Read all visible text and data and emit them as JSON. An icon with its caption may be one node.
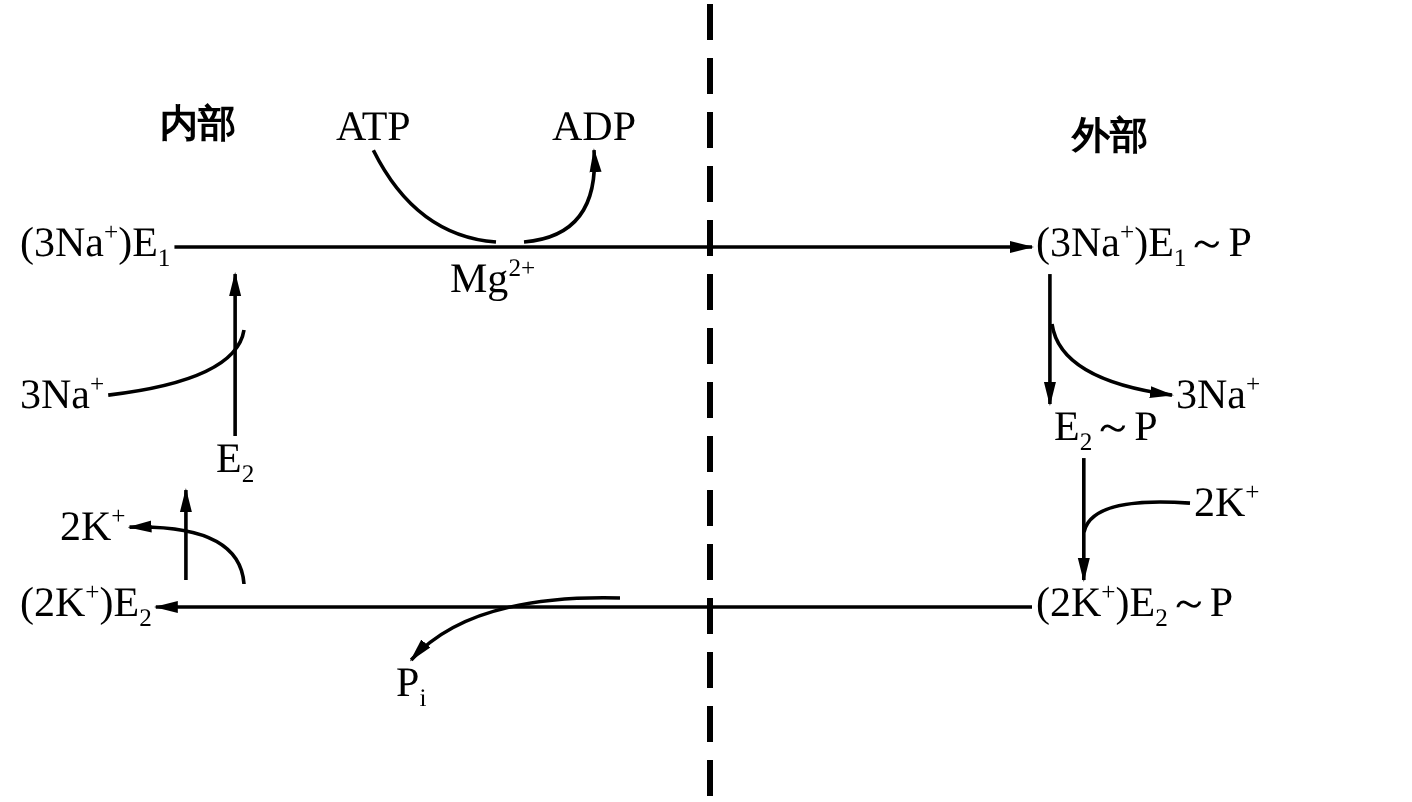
{
  "diagram": {
    "nodes": [
      {
        "text": [
          "(3Na$^{+}$)E$_{1}$"
        ]
      },
      {
        "text": [
          "(3Na$^{+}$)E$_{1}$～P"
        ]
      },
      {
        "text": [
          "E$_{2}$～P"
        ]
      },
      {
        "text": [
          "(2K$^{+}$)E$_{2}$～P"
        ]
      },
      {
        "text": [
          "(2K$^{+}$)E$_{2}$"
        ]
      },
      {
        "text": [
          "E$_{2}$"
        ]
      },
      {
        "text": [
          "ATP"
        ]
      },
      {
        "text": [
          "ADP"
        ]
      },
      {
        "text": [
          "3Na$^{+}$"
        ]
      },
      {
        "text": [
          "3Na$^{+}$"
        ]
      },
      {
        "text": [
          "2K$^{+}$"
        ]
      },
      {
        "text": [
          "2K$^{+}$"
        ]
      },
      {
        "text": [
          "P$_{i}$"
        ]
      }
    ],
    "edges": [
      {
        "from": 0,
        "to": 1,
        "arrow": "to"
      },
      {
        "from": 1,
        "to": 2,
        "arrow": "to"
      },
      {
        "from": 2,
        "to": 3,
        "arrow": "to"
      },
      {
        "from": 3,
        "to": 4,
        "arrow": "to"
      },
      {
        "from": 4,
        "to": 5,
        "arrow": "to"
      },
      {
        "from": 5,
        "to": 0,
        "arrow": "to"
      },
      {
        "from": 6,
        "to": null,
        "arrow": "none"
      },
      {
        "from": null,
        "to": 7,
        "arrow": "to"
      },
      {
        "from": 8,
        "to": null,
        "arrow": "none"
      },
      {
        "from": null,
        "to": 9,
        "arrow": "to"
      },
      {
        "from": 10,
        "to": null,
        "arrow": "none"
      },
      {
        "from": null,
        "to": 11,
        "arrow": "to"
      },
      {
        "from": null,
        "to": 12,
        "arrow": "to"
      }
    ],
    "labels": [
      "内部",
      "外部",
      "Mg$^{2+}$"
    ]
  }
}
